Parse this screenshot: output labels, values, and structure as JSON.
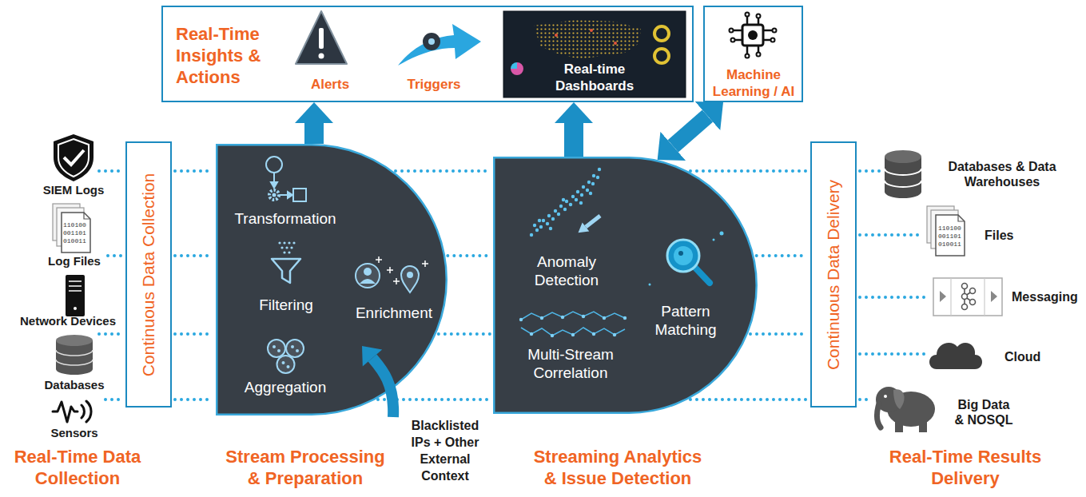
{
  "diagram": {
    "nodes": [
      {
        "text": [
          "Real-Time Insights & Actions"
        ]
      },
      {
        "text": [
          "Real-time Dashboards"
        ],
        "in": 0
      },
      {
        "text": [
          "Machine Learning / AI"
        ]
      },
      {
        "text": [
          "Continuous Data Collection"
        ]
      },
      {
        "text": [
          "Transformation",
          "Filtering",
          "Aggregation",
          "Enrichment"
        ]
      },
      {
        "text": [
          "Anomaly Detection",
          "Multi-Stream Correlation",
          "Pattern Matching"
        ]
      },
      {
        "text": [
          "Continuous Data Delivery"
        ]
      }
    ],
    "edges": [
      {
        "from": 4,
        "to": 0,
        "arrow": "to"
      },
      {
        "from": 5,
        "to": 0,
        "arrow": "to"
      },
      {
        "from": 5,
        "to": 2,
        "arrow": "both"
      },
      {
        "from": 3,
        "to": 4,
        "arrow": "none"
      },
      {
        "from": 3,
        "to": 4,
        "arrow": "none"
      },
      {
        "from": 3,
        "to": 4,
        "arrow": "none"
      },
      {
        "from": 3,
        "to": 4,
        "arrow": "none"
      },
      {
        "from": 4,
        "to": 5,
        "arrow": "none"
      },
      {
        "from": 4,
        "to": 5,
        "arrow": "none"
      },
      {
        "from": 4,
        "to": 5,
        "arrow": "none"
      },
      {
        "from": 4,
        "to": 5,
        "arrow": "none"
      },
      {
        "from": 5,
        "to": 6,
        "arrow": "none"
      },
      {
        "from": 5,
        "to": 6,
        "arrow": "none"
      },
      {
        "from": 5,
        "to": 6,
        "arrow": "none"
      },
      {
        "from": 5,
        "to": 6,
        "arrow": "none"
      }
    ],
    "labels": [
      "Alerts",
      "Triggers",
      "SIEM Logs",
      "110100 001101 010011",
      "Log Files",
      "Network Devices",
      "Databases",
      "Sensors",
      "Real-Time Data Collection",
      "Stream Processing & Preparation",
      "Blacklisted IPs + Other External Context",
      "Streaming Analytics & Issue Detection",
      "Real-Time Results Delivery",
      "Databases & Data Warehouses",
      "110100 001101 010011",
      "Files",
      "Messaging",
      "Cloud",
      "Big Data & NOSQL"
    ]
  }
}
